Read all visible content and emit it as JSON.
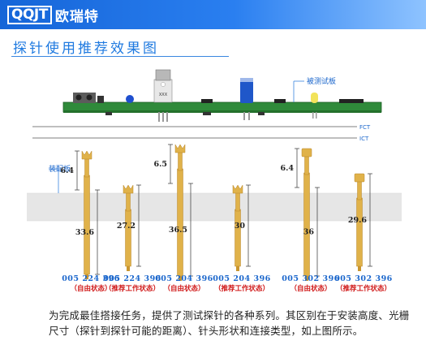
{
  "brand": {
    "logo_mark": "QQJT",
    "company_name": "欧瑞特"
  },
  "section": {
    "title": "探针使用推荐效果图"
  },
  "diagram": {
    "board_label": "被测试板",
    "fct_label": "FCT",
    "ict_label": "ICT",
    "fixture_label": "装配板",
    "board_chip_label": "XXX",
    "probes": [
      {
        "code": "005 224 396",
        "state": "（自由状态）",
        "short_len": "6.4",
        "long_len": "33.6"
      },
      {
        "code": "005 224 396",
        "state": "（推荐工作状态）",
        "long_len": "27.2"
      },
      {
        "code": "005 204 396",
        "state": "（自由状态）",
        "short_len": "6.5",
        "long_len": "36.5"
      },
      {
        "code": "005 204 396",
        "state": "（推荐工作状态）",
        "long_len": "30"
      },
      {
        "code": "005 302 396",
        "state": "（自由状态）",
        "short_len": "6.4",
        "long_len": "36"
      },
      {
        "code": "005 302 396",
        "state": "（推荐工作状态）",
        "long_len": "29.6"
      }
    ]
  },
  "caption": {
    "text": "为完成最佳搭接任务，提供了测试探针的各种系列。其区别在于安装高度、光栅尺寸（探针到探针可能的距离）、针头形状和连接类型，如上图所示。"
  },
  "colors": {
    "header_blue": "#1a6fe3",
    "title_blue": "#1f7ae0",
    "code_blue": "#1a66cc",
    "state_red": "#d01818",
    "probe_gold": "#e0b24a",
    "plate_gray": "#e6e6e6",
    "pcb_green": "#2f8a3a"
  }
}
